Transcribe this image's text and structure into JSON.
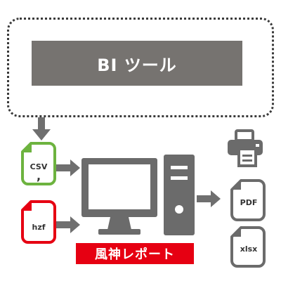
{
  "bi_tool": {
    "label": "BI ツール"
  },
  "input_files": {
    "csv": {
      "label": "CSV",
      "mark": ",",
      "accent": "#6db33f"
    },
    "hzf": {
      "label": "hzf",
      "accent": "#e60012"
    }
  },
  "report_tool": {
    "label": "風神レポート",
    "color": "#e60012"
  },
  "outputs": [
    {
      "icon": "printer-icon"
    },
    {
      "label": "PDF"
    },
    {
      "label": "xlsx"
    }
  ]
}
